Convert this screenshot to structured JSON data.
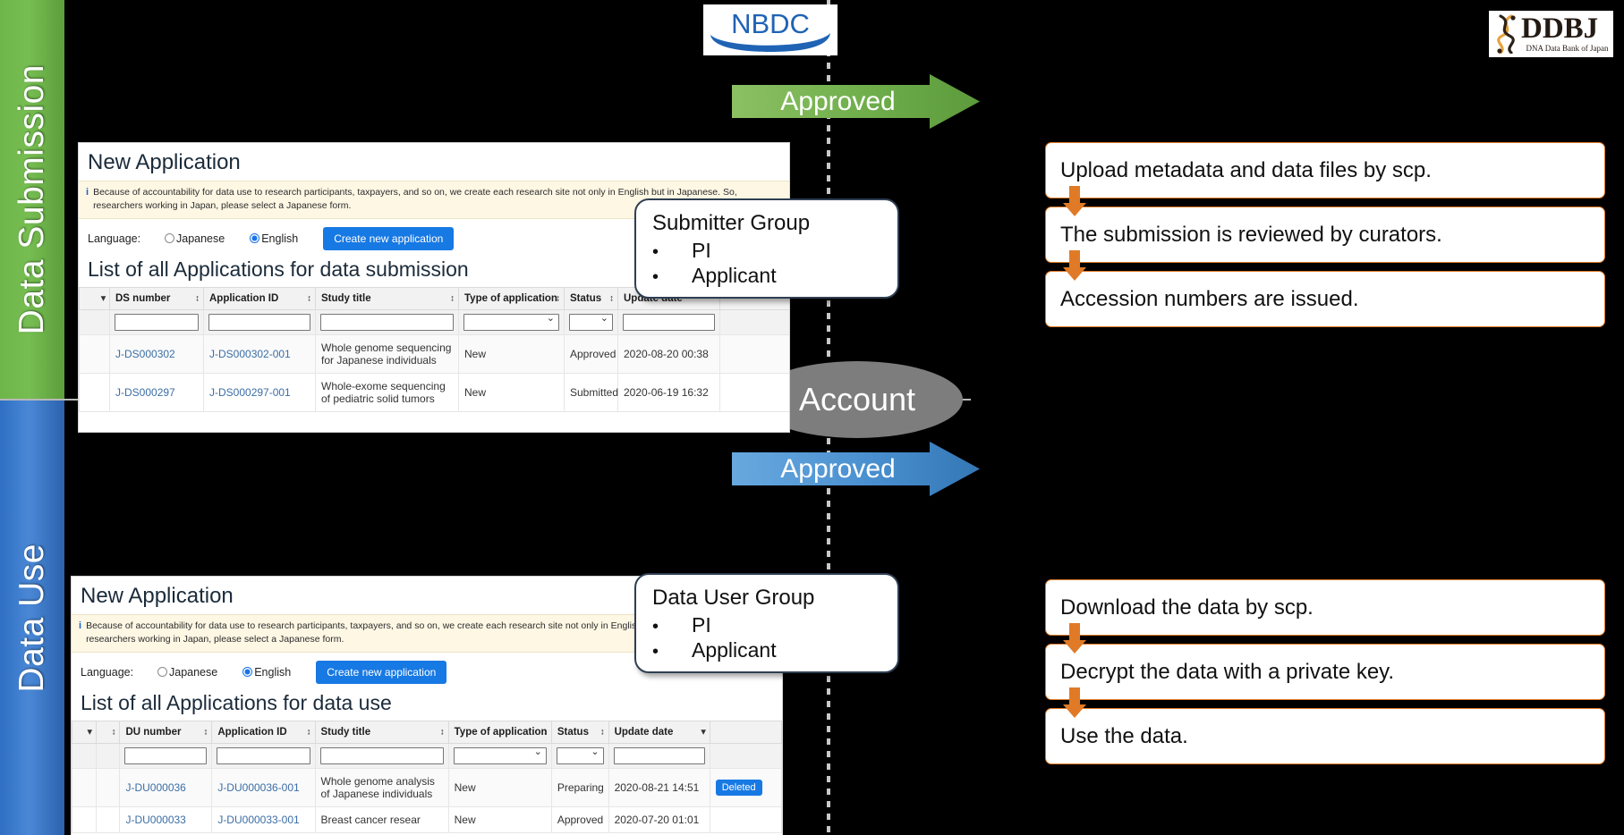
{
  "bands": {
    "submission": {
      "label": "Data Submission",
      "color": "#6eb54a"
    },
    "use": {
      "label": "Data Use",
      "color": "#2f6fc4"
    }
  },
  "logos": {
    "nbdc": {
      "text": "NBDC",
      "color": "#1f63b5"
    },
    "ddbj": {
      "text": "DDBJ",
      "subtitle": "DNA Data Bank of Japan",
      "color": "#241a14",
      "accent": "#e8a33d"
    }
  },
  "arrows": {
    "top": {
      "label": "Approved",
      "color": "#6fae4b"
    },
    "bottom": {
      "label": "Approved",
      "color": "#4a90d0"
    }
  },
  "account": {
    "label": "Account",
    "color": "#7d7d7d"
  },
  "callouts": {
    "submitter": {
      "title": "Submitter Group",
      "items": [
        "PI",
        "Applicant"
      ],
      "bullet": "•"
    },
    "datauser": {
      "title": "Data User Group",
      "items": [
        "PI",
        "Applicant"
      ],
      "bullet": "•"
    }
  },
  "steps": {
    "submission": [
      "Upload metadata and data files by scp.",
      "The submission is reviewed by curators.",
      "Accession numbers are issued."
    ],
    "use": [
      "Download the data by scp.",
      "Decrypt the data with a private key.",
      "Use the data."
    ],
    "arrow_color": "#e07a26"
  },
  "browser_submission": {
    "page_title": "New Application",
    "notice_icon": "i",
    "notice": "Because of accountability for data use to research participants, taxpayers, and so on, we create each research site not only in English but in Japanese. So, researchers working in Japan, please select a Japanese form.",
    "language_label": "Language:",
    "lang_japanese": "Japanese",
    "lang_english": "English",
    "selected_language": "English",
    "create_button": "Create new application",
    "list_title": "List of all Applications for data submission",
    "columns": [
      "",
      "DS number",
      "Application ID",
      "Study title",
      "Type of application",
      "Status",
      "Update date",
      ""
    ],
    "filters": {
      "ds_number": "",
      "application_id": "",
      "study_title": "",
      "type_of_application": "",
      "status": "",
      "update_date": ""
    },
    "rows": [
      {
        "number": "J-DS000302",
        "application_id": "J-DS000302-001",
        "study_title": "Whole genome sequencing for Japanese individuals",
        "type": "New",
        "status": "Approved",
        "update_date": "2020-08-20 00:38",
        "action": ""
      },
      {
        "number": "J-DS000297",
        "application_id": "J-DS000297-001",
        "study_title": "Whole-exome sequencing of pediatric solid tumors",
        "type": "New",
        "status": "Submitted",
        "update_date": "2020-06-19 16:32",
        "action": ""
      }
    ]
  },
  "browser_use": {
    "page_title": "New Application",
    "notice_icon": "i",
    "notice": "Because of accountability for data use to research participants, taxpayers, and so on, we create each research site not only in English but in Japanese. So, researchers working in Japan, please select a Japanese form.",
    "language_label": "Language:",
    "lang_japanese": "Japanese",
    "lang_english": "English",
    "selected_language": "English",
    "create_button": "Create new application",
    "list_title": "List of all Applications for data use",
    "columns": [
      "",
      "",
      "DU number",
      "Application ID",
      "Study title",
      "Type of application",
      "Status",
      "Update date",
      ""
    ],
    "filters": {
      "du_number": "",
      "application_id": "",
      "study_title": "",
      "type_of_application": "",
      "status": "",
      "update_date": ""
    },
    "rows": [
      {
        "number": "J-DU000036",
        "application_id": "J-DU000036-001",
        "study_title": "Whole genome analysis of Japanese individuals",
        "type": "New",
        "status": "Preparing",
        "update_date": "2020-08-21 14:51",
        "action": "Deleted"
      },
      {
        "number": "J-DU000033",
        "application_id": "J-DU000033-001",
        "study_title": "Breast cancer resear",
        "type": "New",
        "status": "Approved",
        "update_date": "2020-07-20 01:01",
        "action": ""
      }
    ]
  }
}
